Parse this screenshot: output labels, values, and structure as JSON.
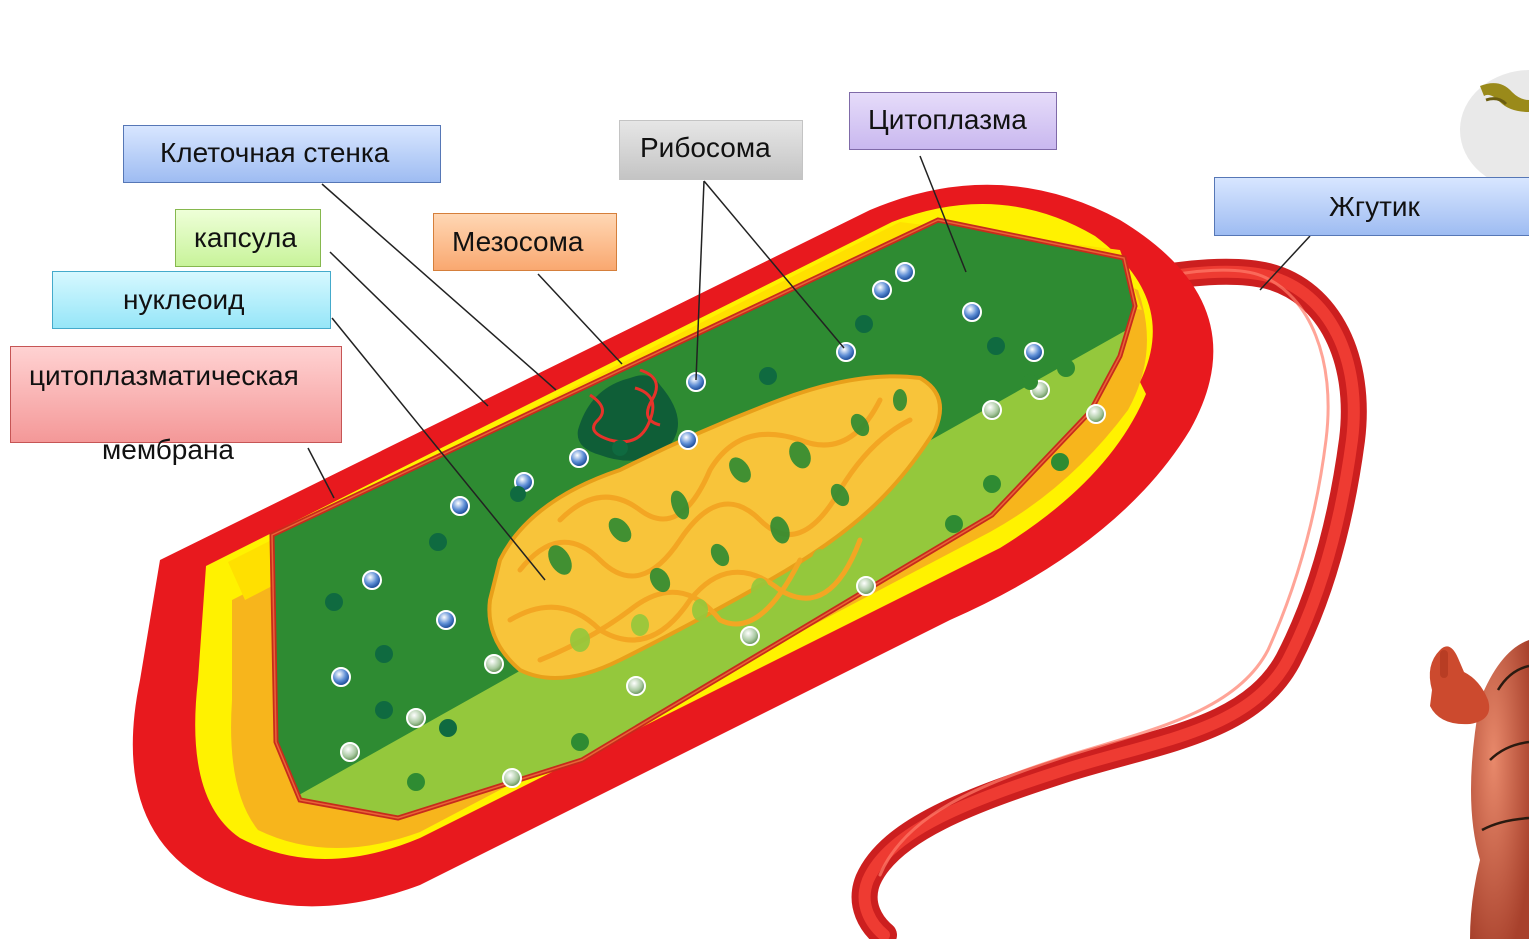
{
  "labels": {
    "cell_wall": "Клеточная стенка",
    "ribosome": "Рибосома",
    "cytoplasm": "Цитоплазма",
    "flagellum": "Жгутик",
    "capsule": "капсула",
    "mesosome": "Мезосома",
    "nucleoid": "нуклеоид",
    "cyto_membrane": "цитоплазматическая",
    "membrane_word": "мембрана"
  },
  "colors": {
    "outer_red": "#e8191e",
    "capsule_yellow": "#fff200",
    "wall_orange": "#f7b51c",
    "interior_dark_green": "#2e8b32",
    "interior_light_green": "#94c83c",
    "nucleoid_yellow": "#f8c43a",
    "mesosome_green": "#0f5e37"
  },
  "icons": {
    "mascot": "cartoon-bacterium-icon"
  }
}
